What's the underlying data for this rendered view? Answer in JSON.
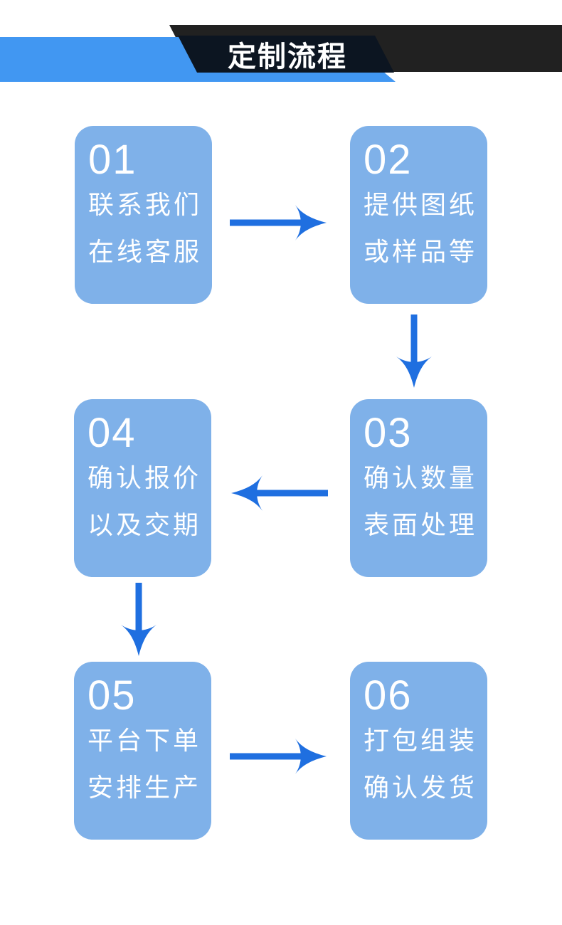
{
  "header": {
    "title": "定制流程"
  },
  "flow": {
    "steps": [
      {
        "number": "01",
        "line1": "联系我们",
        "line2": "在线客服"
      },
      {
        "number": "02",
        "line1": "提供图纸",
        "line2": "或样品等"
      },
      {
        "number": "03",
        "line1": "确认数量",
        "line2": "表面处理"
      },
      {
        "number": "04",
        "line1": "确认报价",
        "line2": "以及交期"
      },
      {
        "number": "05",
        "line1": "平台下单",
        "line2": "安排生产"
      },
      {
        "number": "06",
        "line1": "打包组装",
        "line2": "确认发货"
      }
    ],
    "arrows": [
      {
        "from": "01",
        "to": "02",
        "direction": "right"
      },
      {
        "from": "02",
        "to": "03",
        "direction": "down"
      },
      {
        "from": "03",
        "to": "04",
        "direction": "left"
      },
      {
        "from": "04",
        "to": "05",
        "direction": "down"
      },
      {
        "from": "05",
        "to": "06",
        "direction": "right"
      }
    ]
  },
  "colors": {
    "step_box": "#7fb1e9",
    "arrow": "#1f6fe0",
    "ribbon_blue": "#4197f2",
    "banner_dark": "#212121",
    "title_plate": "#0c1521",
    "text": "#ffffff"
  }
}
